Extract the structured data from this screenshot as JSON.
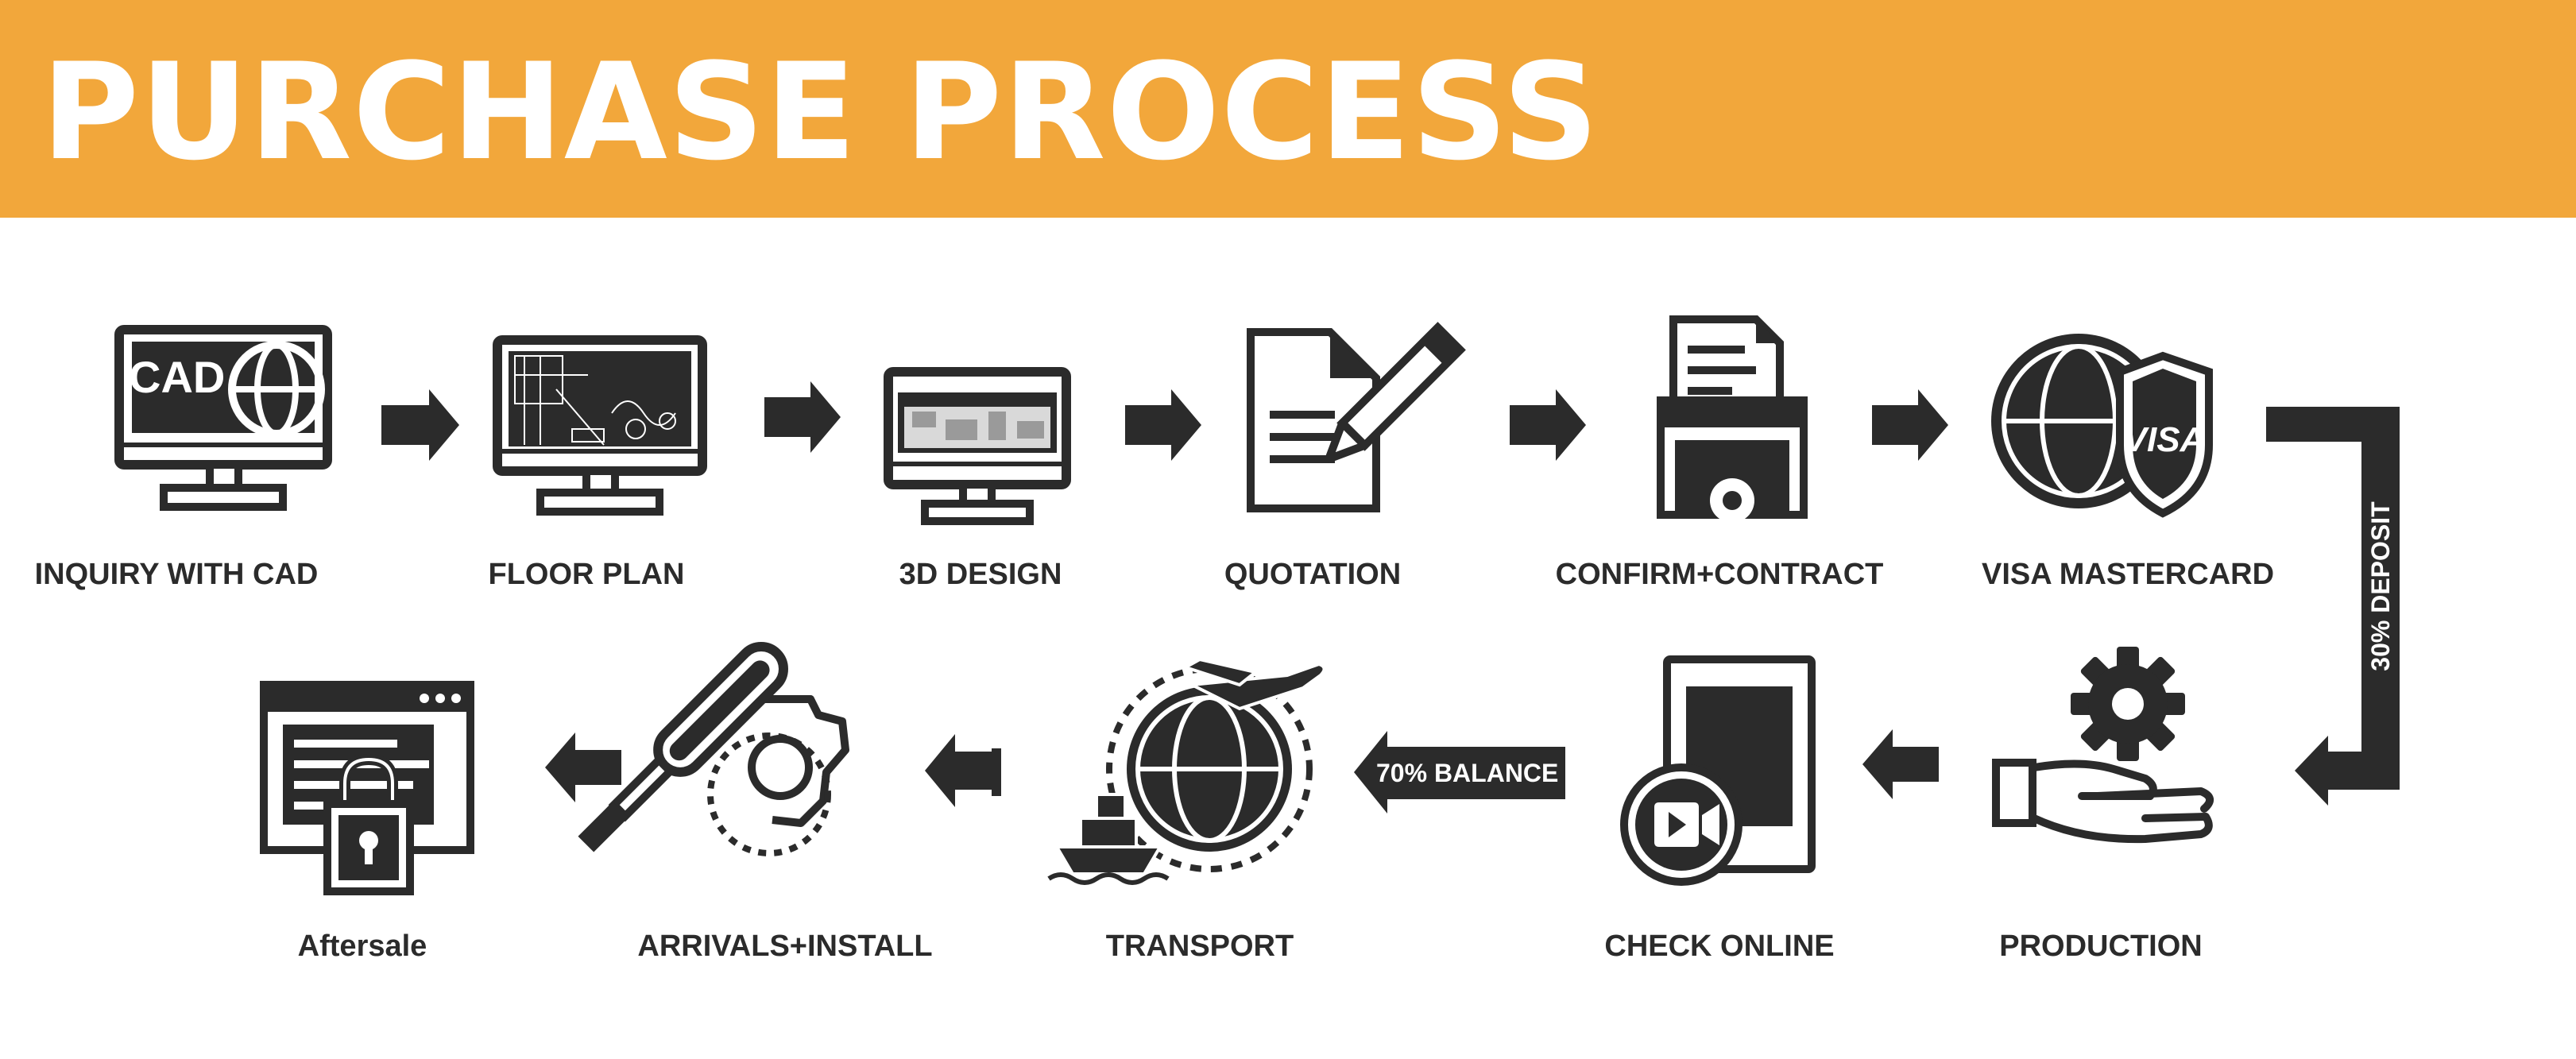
{
  "title": "PURCHASE PROCESS",
  "colors": {
    "header": "#f2a73b",
    "ink": "#2b2b2b",
    "white": "#ffffff"
  },
  "steps": [
    {
      "label": "INQUIRY WITH CAD",
      "icon": "cad-monitor-icon",
      "screen_text": "CAD"
    },
    {
      "label": "FLOOR PLAN",
      "icon": "floor-plan-monitor-icon"
    },
    {
      "label": "3D DESIGN",
      "icon": "3d-design-monitor-icon"
    },
    {
      "label": "QUOTATION",
      "icon": "document-pencil-icon"
    },
    {
      "label": "CONFIRM+CONTRACT",
      "icon": "folder-contract-icon"
    },
    {
      "label": "VISA  MASTERCARD",
      "icon": "globe-shield-icon",
      "shield_text": "VISA"
    },
    {
      "label": "PRODUCTION",
      "icon": "gear-hand-icon"
    },
    {
      "label": "CHECK ONLINE",
      "icon": "tablet-video-icon"
    },
    {
      "label": "TRANSPORT",
      "icon": "plane-ship-globe-icon"
    },
    {
      "label": "ARRIVALS+INSTALL",
      "icon": "screwdriver-gear-icon"
    },
    {
      "label": "Aftersale",
      "icon": "browser-lock-icon"
    }
  ],
  "deposit_label": "30% DEPOSIT",
  "balance_label": "70% BALANCE"
}
